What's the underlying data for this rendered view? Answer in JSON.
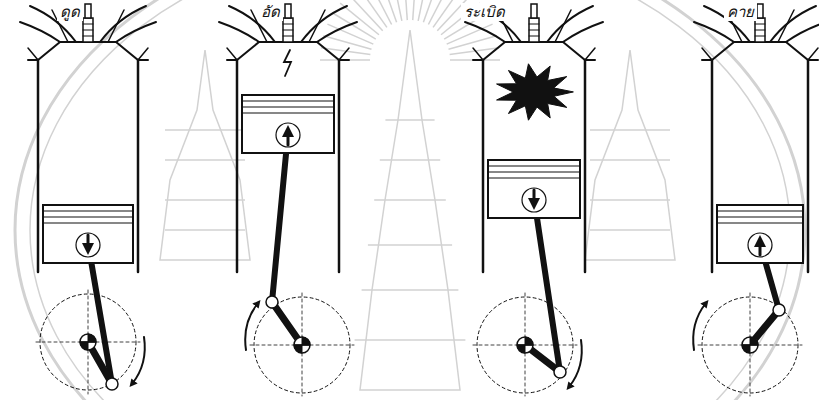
{
  "diagram": {
    "labels": [
      "ดูด",
      "อัด",
      "ระเบิด",
      "คาย"
    ]
  }
}
